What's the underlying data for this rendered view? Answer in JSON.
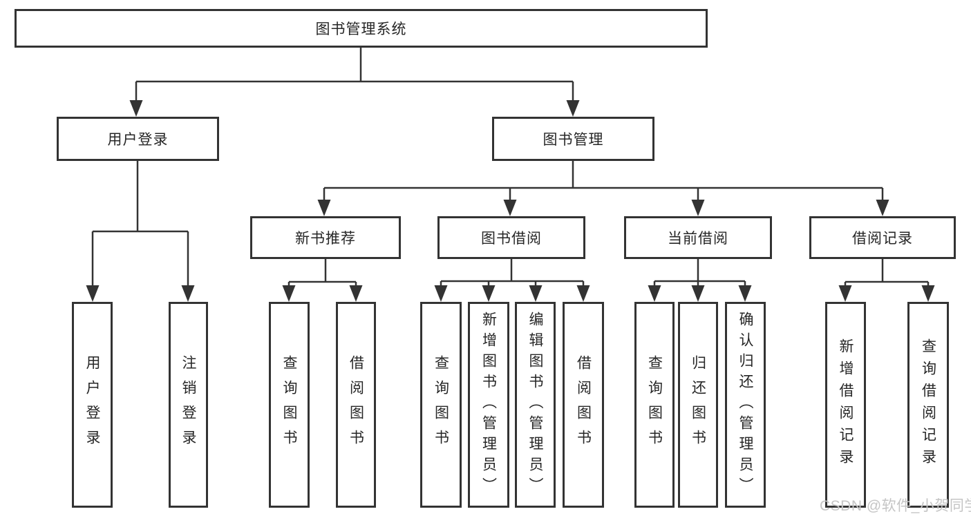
{
  "diagram": {
    "root": {
      "label": "图书管理系统"
    },
    "branches": [
      {
        "label": "用户登录",
        "children": [
          {
            "label": "用户登录"
          },
          {
            "label": "注销登录"
          }
        ]
      },
      {
        "label": "图书管理",
        "children": [
          {
            "label": "新书推荐",
            "children": [
              {
                "label": "查询图书"
              },
              {
                "label": "借阅图书"
              }
            ]
          },
          {
            "label": "图书借阅",
            "children": [
              {
                "label": "查询图书"
              },
              {
                "label": "新增图书（管理员）"
              },
              {
                "label": "编辑图书（管理员）"
              },
              {
                "label": "借阅图书"
              }
            ]
          },
          {
            "label": "当前借阅",
            "children": [
              {
                "label": "查询图书"
              },
              {
                "label": "归还图书"
              },
              {
                "label": "确认归还（管理员）"
              }
            ]
          },
          {
            "label": "借阅记录",
            "children": [
              {
                "label": "新增借阅记录"
              },
              {
                "label": "查询借阅记录"
              }
            ]
          }
        ]
      }
    ]
  },
  "watermark": {
    "text": "CSDN @软件_小贺同学"
  },
  "colors": {
    "line": "#333333",
    "border": "#333333",
    "text": "#262626",
    "background": "#ffffff",
    "watermark": "#c5c5c5"
  }
}
